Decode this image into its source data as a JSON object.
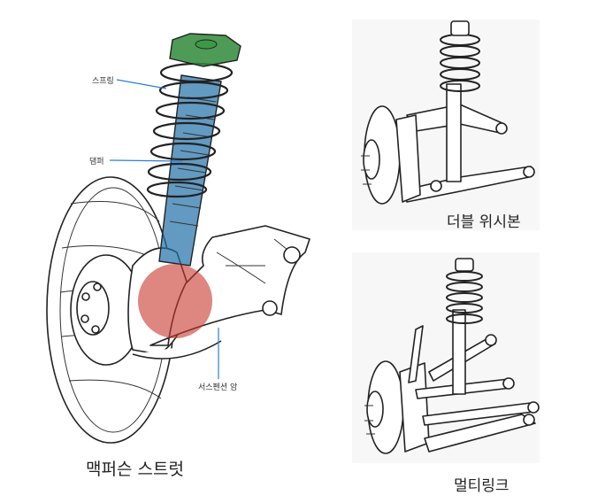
{
  "labels": {
    "spring": "스프링",
    "damper": "댐퍼",
    "suspension_arm": "서스펜션 암"
  },
  "captions": {
    "macpherson": "맥퍼슨 스트럿",
    "double_wishbone": "더블 위시본",
    "multilink": "멀티링크"
  },
  "colors": {
    "spring_highlight": "#2f8a3a",
    "damper_highlight": "#1f6fa8",
    "arm_highlight": "#c8352c",
    "leader_line": "#2a7fd4"
  }
}
